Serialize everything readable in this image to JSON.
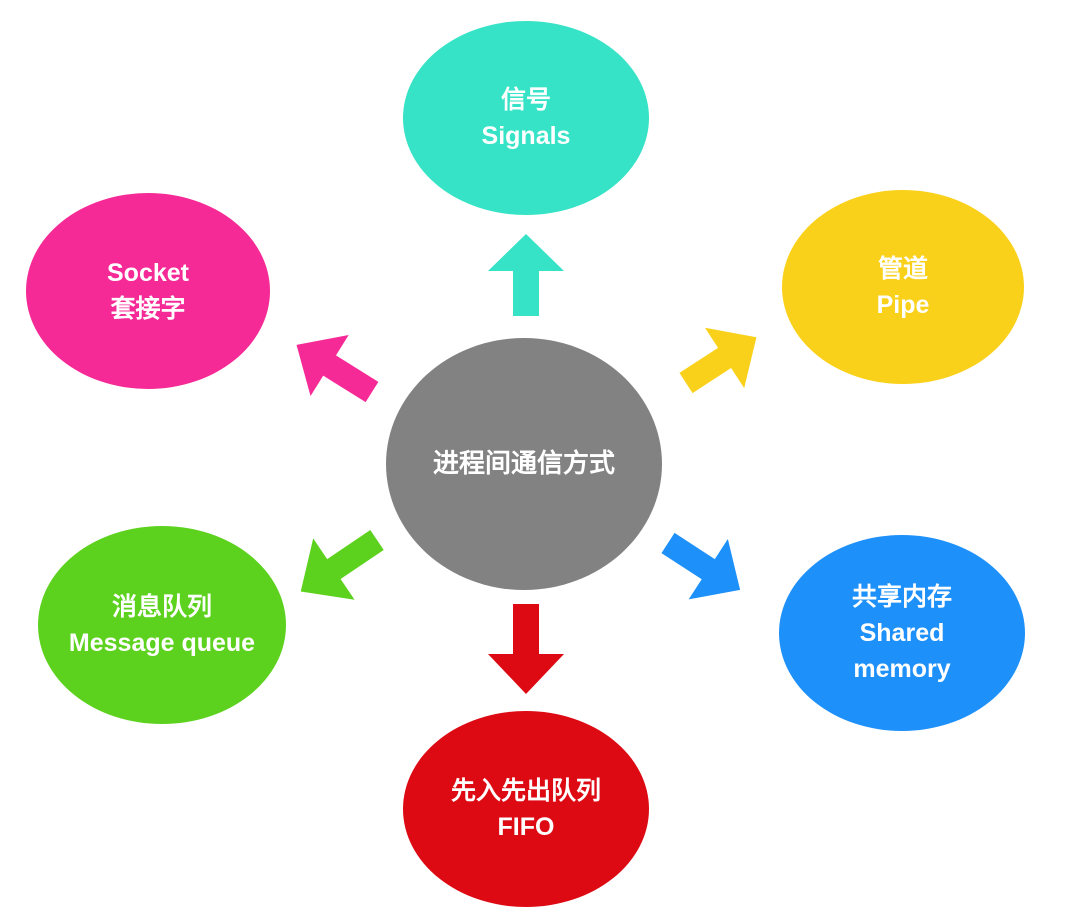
{
  "center": {
    "label": "进程间通信方式",
    "color": "#828282"
  },
  "nodes": {
    "signals": {
      "line1": "信号",
      "line2": "Signals",
      "color": "#36e3c6"
    },
    "pipe": {
      "line1": "管道",
      "line2": "Pipe",
      "color": "#fad11a"
    },
    "shared_memory": {
      "line1": "共享内存",
      "line2": "Shared",
      "line3": "memory",
      "color": "#1e90fa"
    },
    "fifo": {
      "line1": "先入先出队列",
      "line2": "FIFO",
      "color": "#dd0a14"
    },
    "message_queue": {
      "line1": "消息队列",
      "line2": "Message queue",
      "color": "#5dd21e"
    },
    "socket": {
      "line1": "Socket",
      "line2": "套接字",
      "color": "#f52a96"
    }
  }
}
